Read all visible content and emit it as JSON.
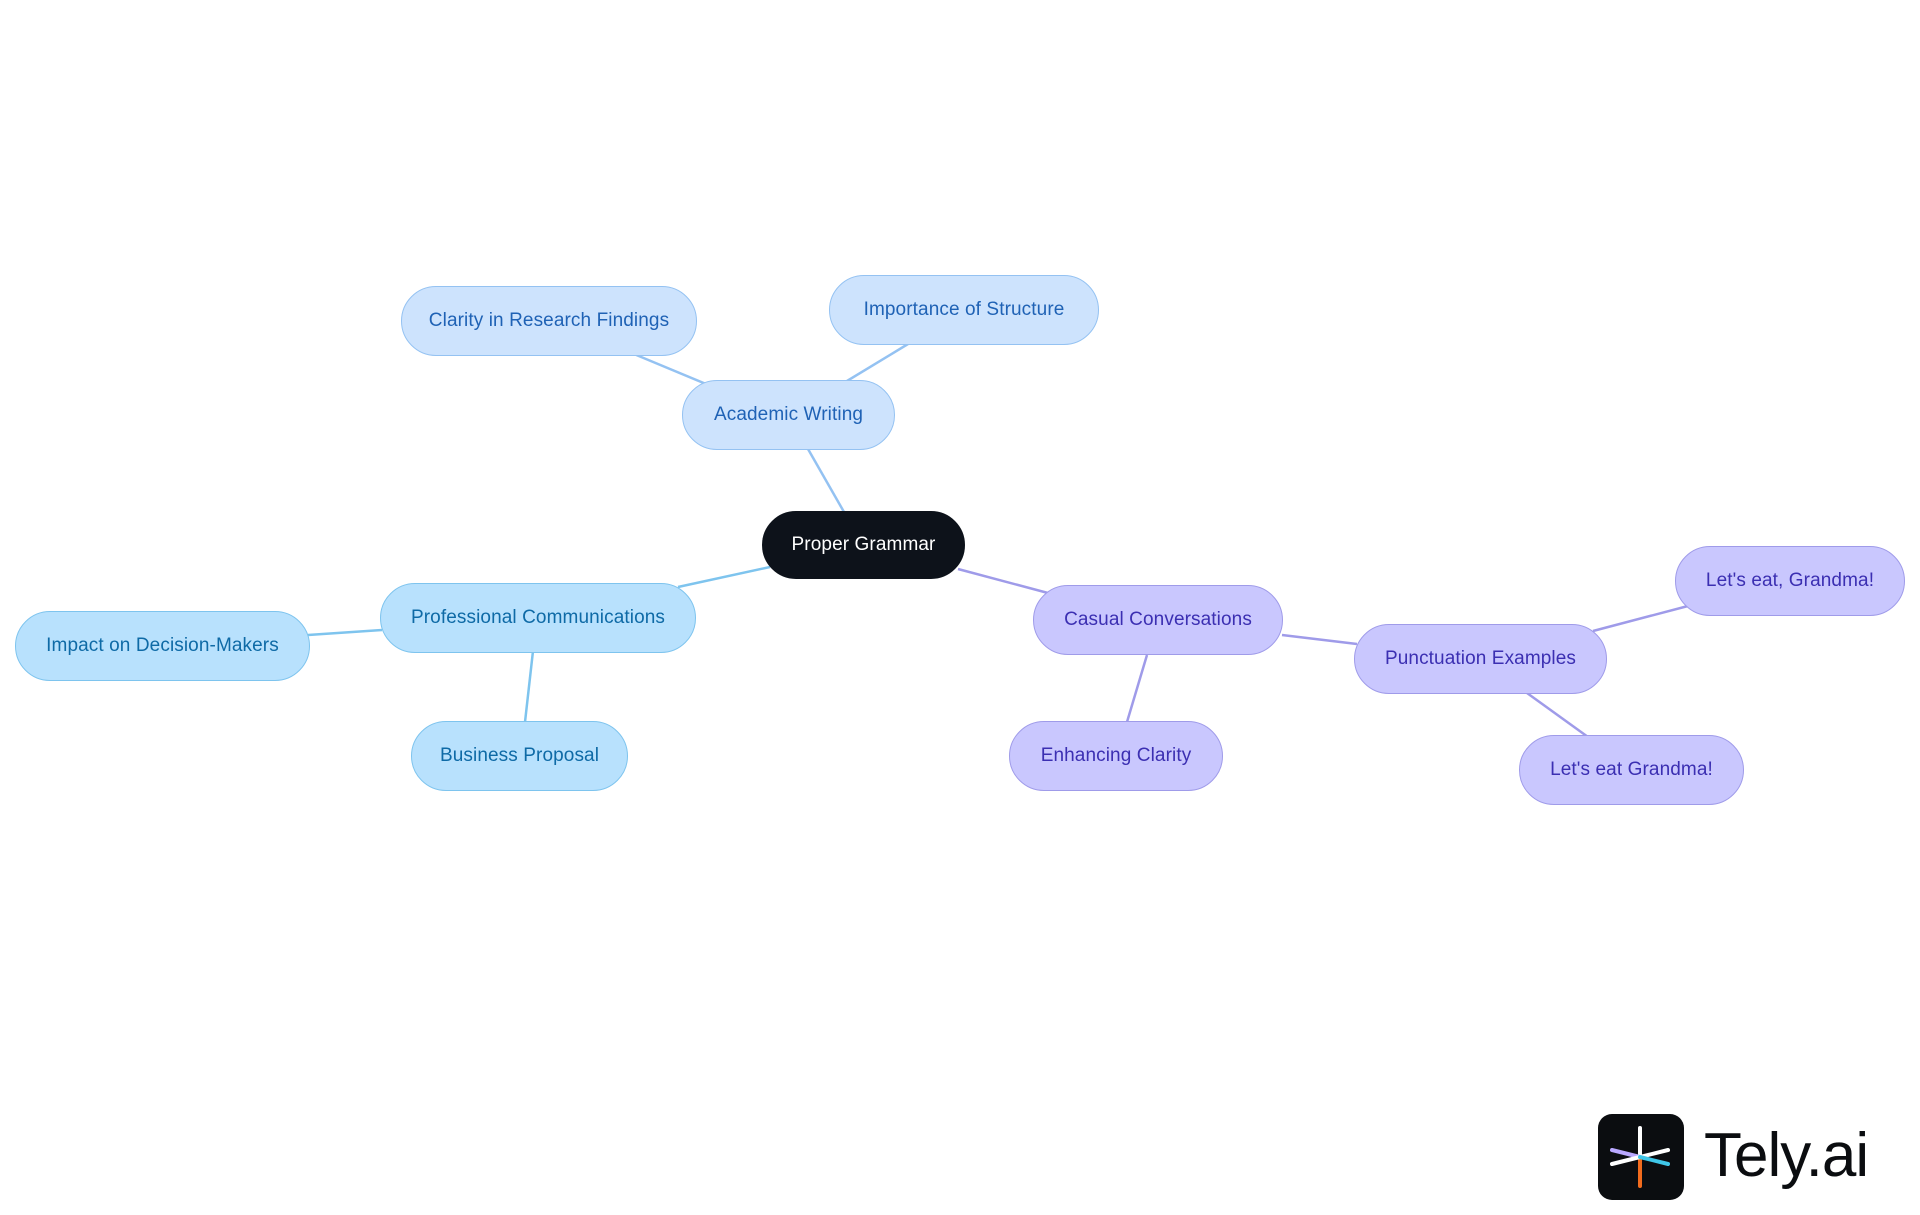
{
  "diagram": {
    "root": "Proper Grammar",
    "branches": {
      "academic": {
        "label": "Academic Writing",
        "children": [
          "Clarity in Research Findings",
          "Importance of Structure"
        ]
      },
      "professional": {
        "label": "Professional Communications",
        "children": [
          "Impact on Decision-Makers",
          "Business Proposal"
        ]
      },
      "casual": {
        "label": "Casual Conversations",
        "children": [
          "Enhancing Clarity",
          "Punctuation Examples"
        ],
        "punctuation_examples": [
          "Let's eat, Grandma!",
          "Let's eat Grandma!"
        ]
      }
    },
    "colors": {
      "root_fill": "#0d121a",
      "academic_fill": "#cde3fd",
      "academic_line": "#94c2f2",
      "professional_fill": "#b8e1fd",
      "professional_line": "#7ec4ee",
      "casual_fill": "#c9c7fe",
      "casual_line": "#9f9be9"
    }
  },
  "logo": {
    "icon": "tely-asterisk-icon",
    "text": "Tely.ai"
  }
}
